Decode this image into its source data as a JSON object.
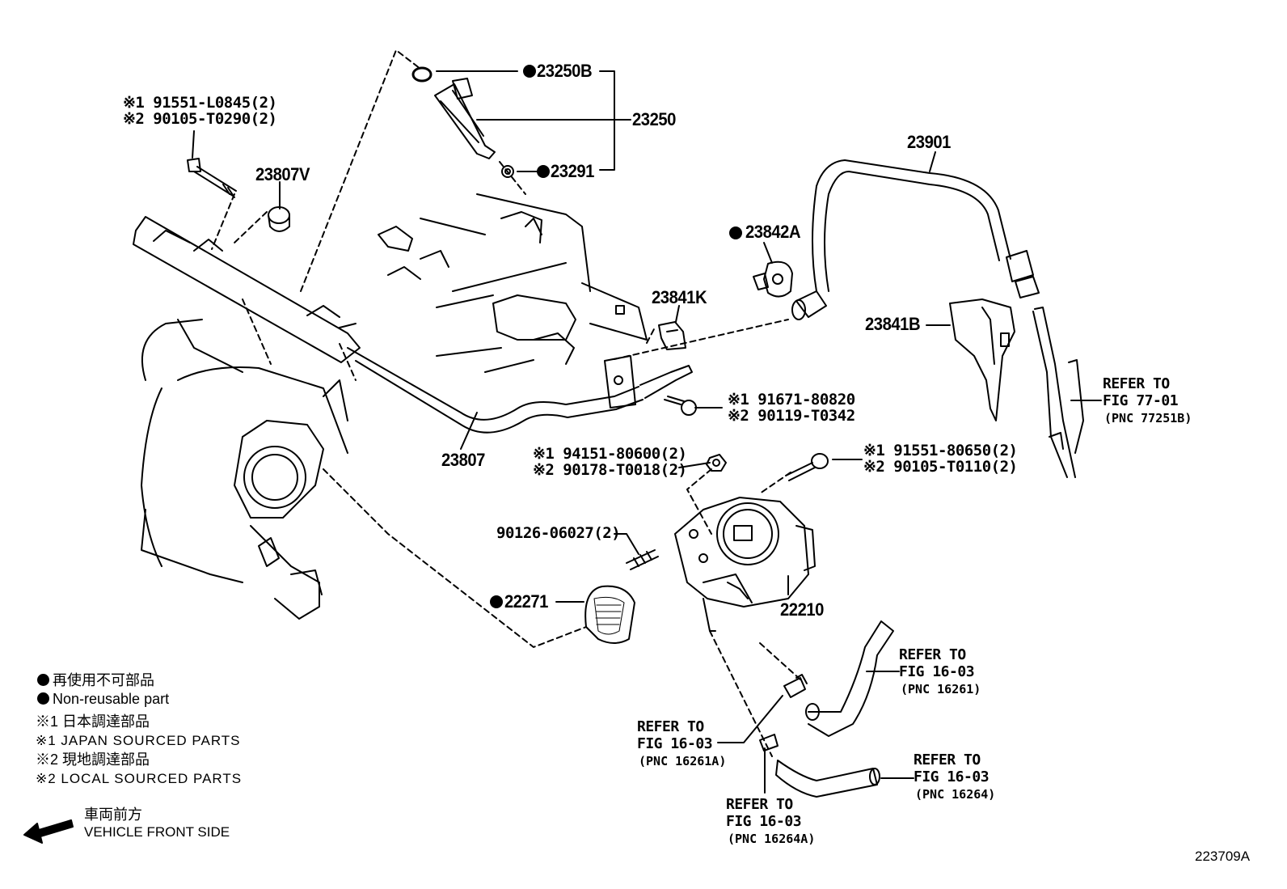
{
  "diagram": {
    "figure_code": "223709A",
    "legend": {
      "non_reusable_jp": "再使用不可部品",
      "non_reusable_en": "Non-reusable part",
      "japan_sourced_jp": "※1 日本調達部品",
      "japan_sourced_en": "※1 JAPAN SOURCED PARTS",
      "local_sourced_jp": "※2 現地調達部品",
      "local_sourced_en": "※2 LOCAL SOURCED PARTS",
      "front_jp": "車両前方",
      "front_en": "VEHICLE FRONT SIDE"
    },
    "parts": {
      "p23250B": "23250B",
      "p23250": "23250",
      "p23291": "23291",
      "bolt1_j": "※1 91551-L0845(2)",
      "bolt1_l": "※2 90105-T0290(2)",
      "p23807V": "23807V",
      "p23901": "23901",
      "p23842A": "23842A",
      "p23841K": "23841K",
      "p23841B": "23841B",
      "screw_j": "※1 91671-80820",
      "screw_l": "※2 90119-T0342",
      "p23807": "23807",
      "nut_j": "※1 94151-80600(2)",
      "nut_l": "※2 90178-T0018(2)",
      "bolt2_j": "※1 91551-80650(2)",
      "bolt2_l": "※2 90105-T0110(2)",
      "stud": "90126-06027(2)",
      "p22271": "22271",
      "p22210": "22210"
    },
    "refs": {
      "r77": {
        "line1": "REFER TO",
        "line2": "FIG 77-01",
        "pnc": "(PNC 77251B)"
      },
      "r16261": {
        "line1": "REFER TO",
        "line2": "FIG 16-03",
        "pnc": "(PNC 16261)"
      },
      "r16261A": {
        "line1": "REFER TO",
        "line2": "FIG 16-03",
        "pnc": "(PNC 16261A)"
      },
      "r16264": {
        "line1": "REFER TO",
        "line2": "FIG 16-03",
        "pnc": "(PNC 16264)"
      },
      "r16264A": {
        "line1": "REFER TO",
        "line2": "FIG 16-03",
        "pnc": "(PNC 16264A)"
      }
    }
  }
}
